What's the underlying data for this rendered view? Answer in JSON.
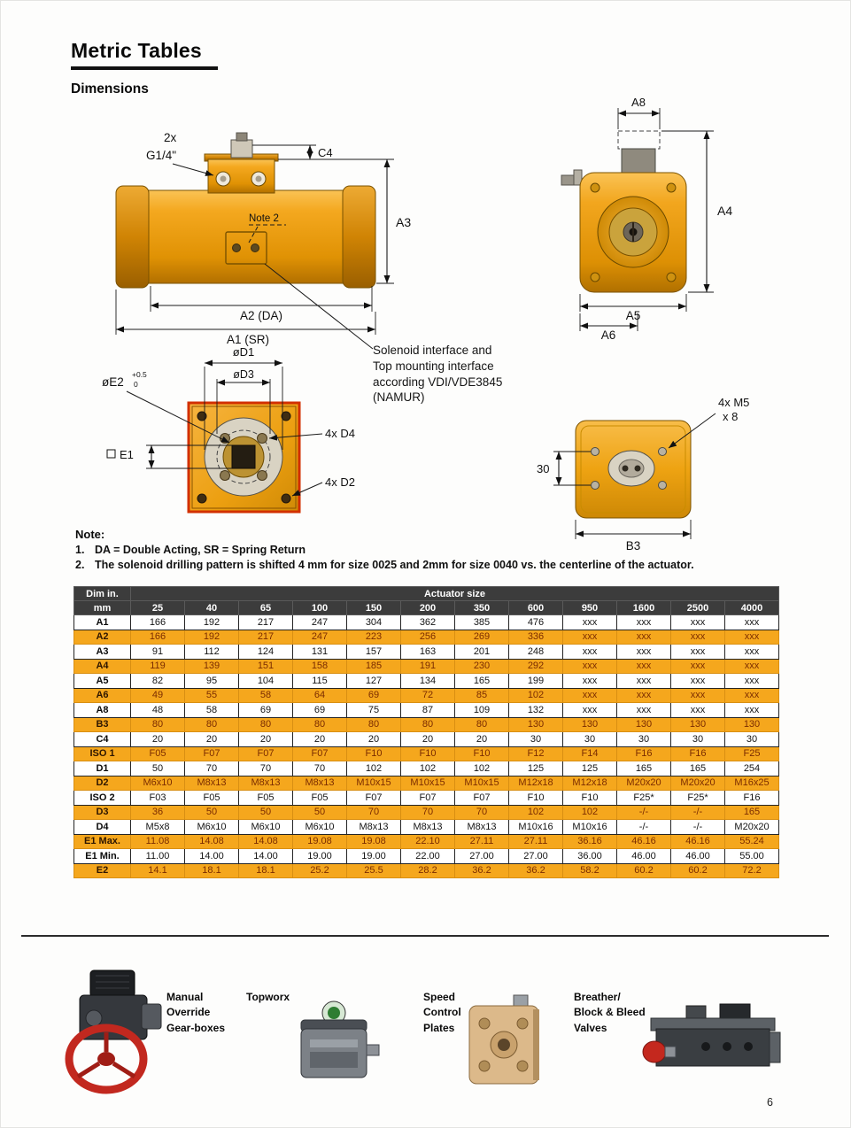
{
  "page": {
    "title": "Metric Tables",
    "subtitle": "Dimensions",
    "number": "6"
  },
  "colors": {
    "actuator_orange": "#F0A214",
    "row_highlight": "#F5A71D",
    "header_gray": "#3C3C3C",
    "flange_border_red": "#D23000",
    "handwheel_red": "#C2281F"
  },
  "diagram": {
    "side": {
      "qty": "2x",
      "port": "G1/4\"",
      "c4": "C4",
      "note2": "Note 2",
      "a3": "A3",
      "a2": "A2 (DA)",
      "a1": "A1 (SR)"
    },
    "end": {
      "a8": "A8",
      "a4": "A4",
      "a5": "A5",
      "a6": "A6"
    },
    "solenoid_note": "Solenoid interface and\nTop mounting interface\naccording VDI/VDE3845\n(NAMUR)",
    "bottom": {
      "d1": "øD1",
      "d3": "øD3",
      "e2": "øE2",
      "e2_tol_plus": "+0.5",
      "e2_tol_zero": "0",
      "e1": "E1",
      "d4": "4x D4",
      "d2": "4x D2"
    },
    "top": {
      "m5_line1": "4x M5",
      "m5_line2": "x 8",
      "dim30": "30",
      "b3": "B3"
    }
  },
  "notes": {
    "heading": "Note:",
    "item1_num": "1.",
    "item1": "DA = Double Acting, SR = Spring Return",
    "item2_num": "2.",
    "item2": "The solenoid drilling pattern is shifted 4 mm for size 0025 and 2mm for size 0040 vs. the centerline of the actuator."
  },
  "table": {
    "dim_header": "Dim in.",
    "unit_header": "mm",
    "group_header": "Actuator size",
    "sizes": [
      "25",
      "40",
      "65",
      "100",
      "150",
      "200",
      "350",
      "600",
      "950",
      "1600",
      "2500",
      "4000"
    ],
    "rows": [
      {
        "label": "A1",
        "highlight": false,
        "values": [
          "166",
          "192",
          "217",
          "247",
          "304",
          "362",
          "385",
          "476",
          "xxx",
          "xxx",
          "xxx",
          "xxx"
        ]
      },
      {
        "label": "A2",
        "highlight": true,
        "values": [
          "166",
          "192",
          "217",
          "247",
          "223",
          "256",
          "269",
          "336",
          "xxx",
          "xxx",
          "xxx",
          "xxx"
        ]
      },
      {
        "label": "A3",
        "highlight": false,
        "values": [
          "91",
          "112",
          "124",
          "131",
          "157",
          "163",
          "201",
          "248",
          "xxx",
          "xxx",
          "xxx",
          "xxx"
        ]
      },
      {
        "label": "A4",
        "highlight": true,
        "values": [
          "119",
          "139",
          "151",
          "158",
          "185",
          "191",
          "230",
          "292",
          "xxx",
          "xxx",
          "xxx",
          "xxx"
        ]
      },
      {
        "label": "A5",
        "highlight": false,
        "values": [
          "82",
          "95",
          "104",
          "115",
          "127",
          "134",
          "165",
          "199",
          "xxx",
          "xxx",
          "xxx",
          "xxx"
        ]
      },
      {
        "label": "A6",
        "highlight": true,
        "values": [
          "49",
          "55",
          "58",
          "64",
          "69",
          "72",
          "85",
          "102",
          "xxx",
          "xxx",
          "xxx",
          "xxx"
        ]
      },
      {
        "label": "A8",
        "highlight": false,
        "values": [
          "48",
          "58",
          "69",
          "69",
          "75",
          "87",
          "109",
          "132",
          "xxx",
          "xxx",
          "xxx",
          "xxx"
        ]
      },
      {
        "label": "B3",
        "highlight": true,
        "values": [
          "80",
          "80",
          "80",
          "80",
          "80",
          "80",
          "80",
          "130",
          "130",
          "130",
          "130",
          "130"
        ]
      },
      {
        "label": "C4",
        "highlight": false,
        "values": [
          "20",
          "20",
          "20",
          "20",
          "20",
          "20",
          "20",
          "30",
          "30",
          "30",
          "30",
          "30"
        ]
      },
      {
        "label": "ISO 1",
        "highlight": true,
        "values": [
          "F05",
          "F07",
          "F07",
          "F07",
          "F10",
          "F10",
          "F10",
          "F12",
          "F14",
          "F16",
          "F16",
          "F25"
        ]
      },
      {
        "label": "D1",
        "highlight": false,
        "values": [
          "50",
          "70",
          "70",
          "70",
          "102",
          "102",
          "102",
          "125",
          "125",
          "165",
          "165",
          "254"
        ]
      },
      {
        "label": "D2",
        "highlight": true,
        "values": [
          "M6x10",
          "M8x13",
          "M8x13",
          "M8x13",
          "M10x15",
          "M10x15",
          "M10x15",
          "M12x18",
          "M12x18",
          "M20x20",
          "M20x20",
          "M16x25"
        ]
      },
      {
        "label": "ISO 2",
        "highlight": false,
        "values": [
          "F03",
          "F05",
          "F05",
          "F05",
          "F07",
          "F07",
          "F07",
          "F10",
          "F10",
          "F25*",
          "F25*",
          "F16"
        ]
      },
      {
        "label": "D3",
        "highlight": true,
        "values": [
          "36",
          "50",
          "50",
          "50",
          "70",
          "70",
          "70",
          "102",
          "102",
          "-/-",
          "-/-",
          "165"
        ]
      },
      {
        "label": "D4",
        "highlight": false,
        "values": [
          "M5x8",
          "M6x10",
          "M6x10",
          "M6x10",
          "M8x13",
          "M8x13",
          "M8x13",
          "M10x16",
          "M10x16",
          "-/-",
          "-/-",
          "M20x20"
        ]
      },
      {
        "label": "E1 Max.",
        "highlight": true,
        "values": [
          "11.08",
          "14.08",
          "14.08",
          "19.08",
          "19.08",
          "22.10",
          "27.11",
          "27.11",
          "36.16",
          "46.16",
          "46.16",
          "55.24"
        ]
      },
      {
        "label": "E1 Min.",
        "highlight": false,
        "values": [
          "11.00",
          "14.00",
          "14.00",
          "19.00",
          "19.00",
          "22.00",
          "27.00",
          "27.00",
          "36.00",
          "46.00",
          "46.00",
          "55.00"
        ]
      },
      {
        "label": "E2",
        "highlight": true,
        "values": [
          "14.1",
          "18.1",
          "18.1",
          "25.2",
          "25.5",
          "28.2",
          "36.2",
          "36.2",
          "58.2",
          "60.2",
          "60.2",
          "72.2"
        ]
      }
    ]
  },
  "products": [
    {
      "label": "Manual\nOverride\nGear-boxes"
    },
    {
      "label": "Topworx"
    },
    {
      "label": "Speed\nControl\nPlates"
    },
    {
      "label": "Breather/\nBlock & Bleed\nValves"
    }
  ]
}
